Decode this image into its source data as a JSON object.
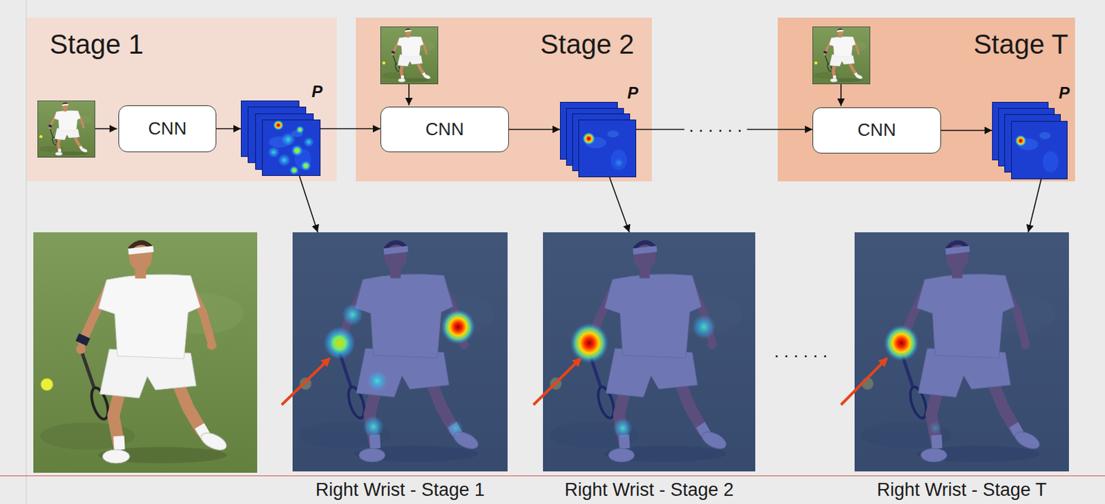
{
  "diagram": {
    "nodes": [
      {
        "text": [
          "Stage 1"
        ]
      },
      {
        "text": [
          "CNN"
        ],
        "in": 0
      },
      {
        "text": [
          "P"
        ],
        "in": 0
      },
      {
        "text": [
          "Stage 2"
        ]
      },
      {
        "text": [
          "CNN"
        ],
        "in": 3
      },
      {
        "text": [
          "P"
        ],
        "in": 3
      },
      {
        "text": [
          "Stage T"
        ]
      },
      {
        "text": [
          "CNN"
        ],
        "in": 6
      },
      {
        "text": [
          "P"
        ],
        "in": 6
      },
      {
        "text": [
          "Right Wrist - Stage 1"
        ]
      },
      {
        "text": [
          "Right Wrist - Stage 2"
        ]
      },
      {
        "text": [
          "Right Wrist - Stage T"
        ]
      }
    ],
    "edges": [
      {
        "from": 1,
        "to": 2,
        "arrow": "to"
      },
      {
        "from": 2,
        "to": 4,
        "arrow": "to"
      },
      {
        "from": 4,
        "to": 5,
        "arrow": "to"
      },
      {
        "from": 5,
        "to": 7,
        "arrow": "to",
        "label": "......"
      },
      {
        "from": 7,
        "to": 8,
        "arrow": "to"
      },
      {
        "from": 2,
        "to": 9,
        "arrow": "to"
      },
      {
        "from": 5,
        "to": 10,
        "arrow": "to"
      },
      {
        "from": 8,
        "to": 11,
        "arrow": "to"
      }
    ],
    "labels": [
      "......"
    ]
  }
}
